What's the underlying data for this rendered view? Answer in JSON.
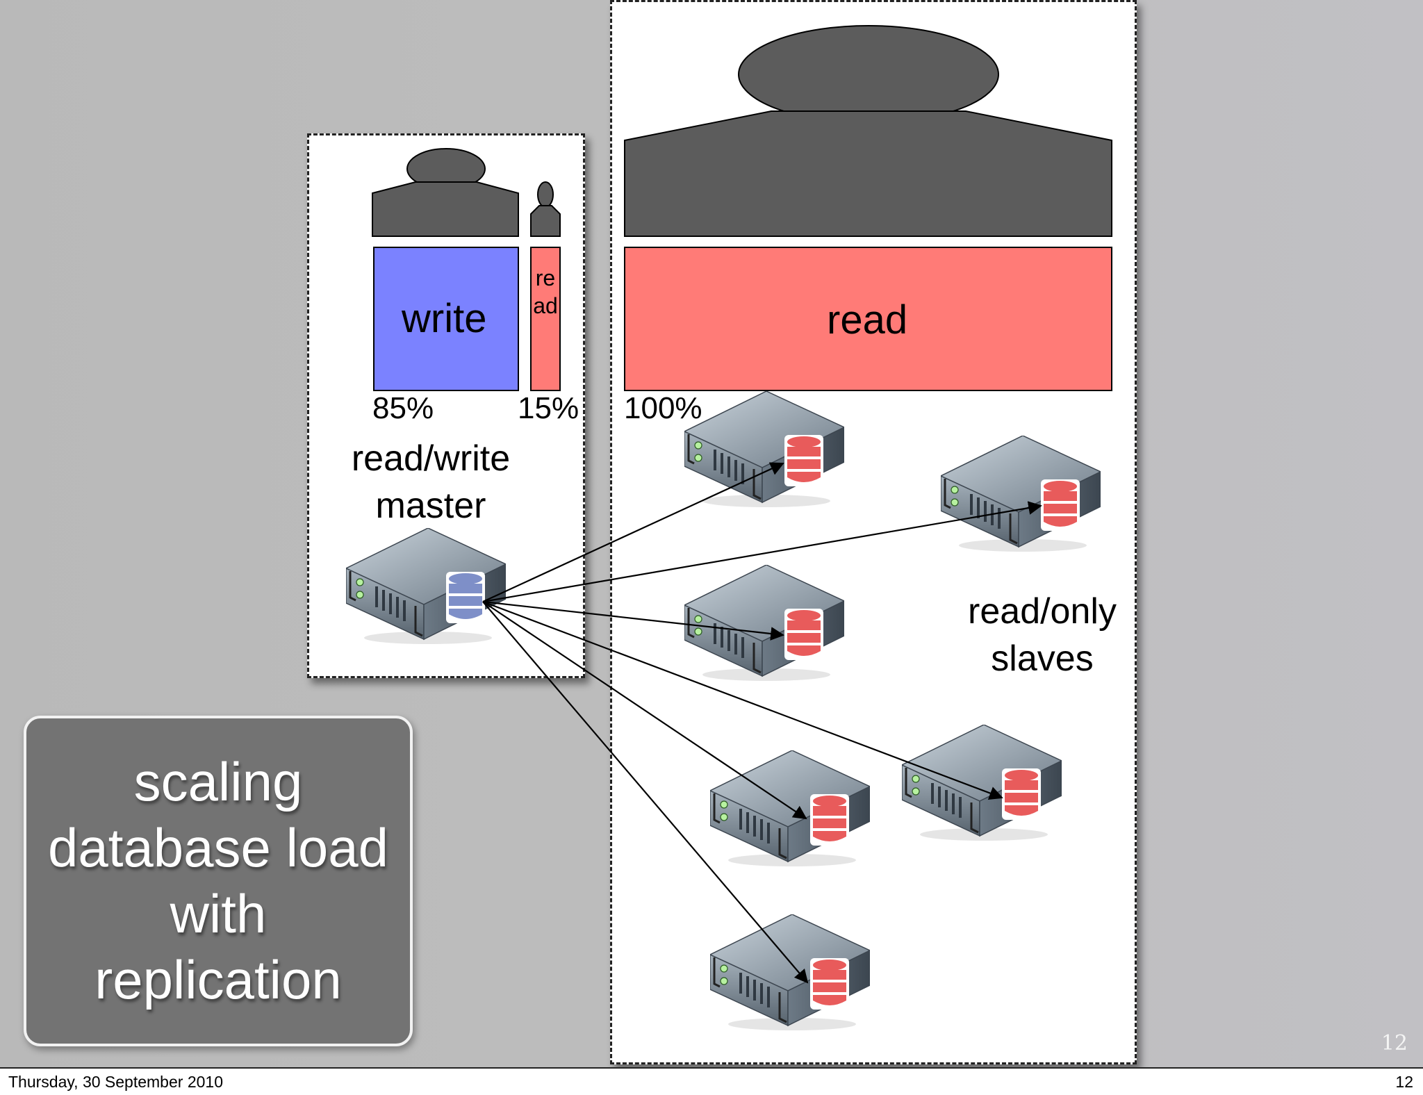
{
  "colors": {
    "write": "#7b82ff",
    "read": "#ff7b77",
    "person": "#5c5c5c",
    "slave_db": "#e85b5b",
    "master_db": "#7e8fc8",
    "title_box": "#737373"
  },
  "master_panel": {
    "write_label": "write",
    "read_label": "read",
    "write_percent": "85%",
    "read_percent": "15%",
    "caption_line1": "read/write",
    "caption_line2": "master",
    "server_icon": "database-server-icon"
  },
  "slaves_panel": {
    "read_label": "read",
    "read_percent": "100%",
    "caption_line1": "read/only",
    "caption_line2": "slaves",
    "server_icon": "database-server-icon"
  },
  "diagram": {
    "replication_links": 6,
    "write_share": 0.85,
    "read_share_master": 0.15,
    "read_share_slaves": 1.0
  },
  "slide": {
    "title": "scaling\ndatabase load\nwith\nreplication",
    "number": "12"
  },
  "footer": {
    "date": "Thursday, 30 September 2010",
    "page": "12"
  }
}
